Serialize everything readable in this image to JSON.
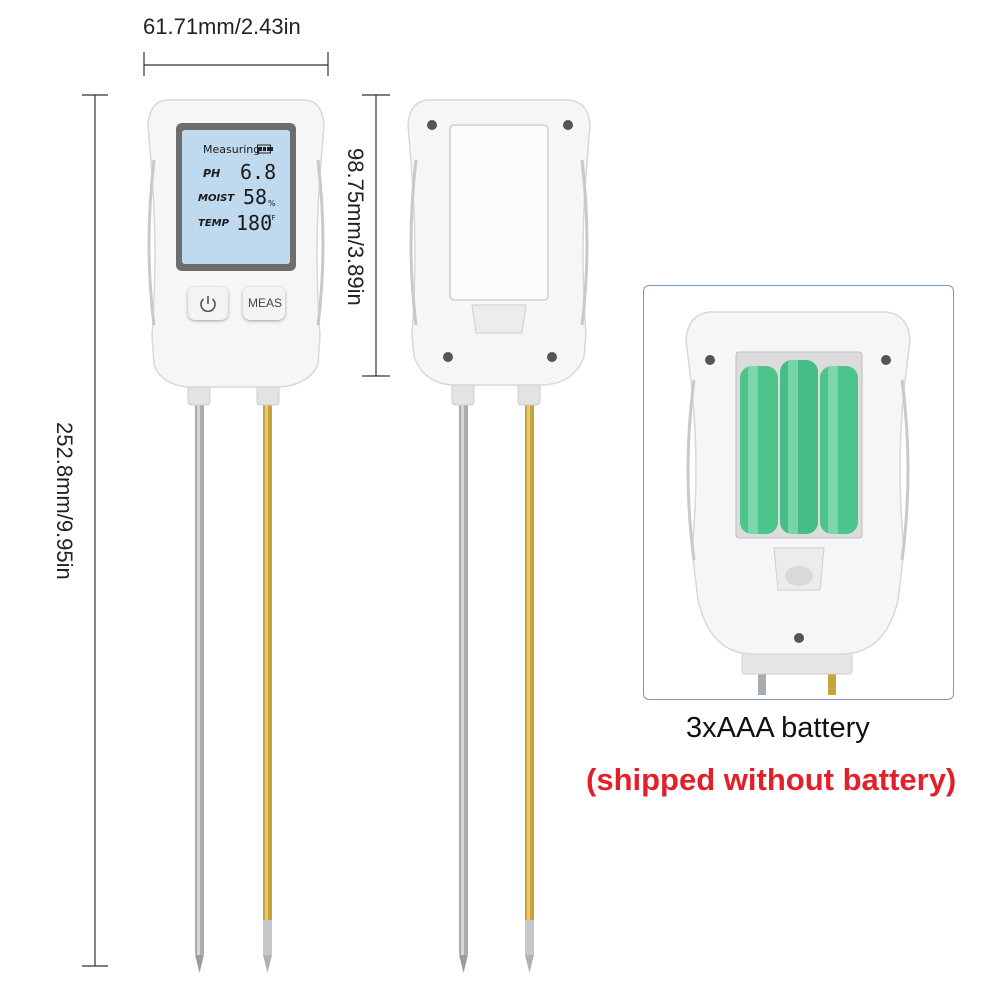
{
  "dimensions": {
    "width_label": "61.71mm/2.43in",
    "head_height_label": "98.75mm/3.89in",
    "total_height_label": "252.8mm/9.95in"
  },
  "display": {
    "status": "Measuring",
    "rows": [
      {
        "label": "PH",
        "value": "6.8",
        "unit": ""
      },
      {
        "label": "MOIST",
        "value": "58",
        "unit": "%"
      },
      {
        "label": "TEMP",
        "value": "180",
        "unit": "°F"
      }
    ]
  },
  "buttons": {
    "power_icon": "power-icon",
    "meas_label": "MEAS"
  },
  "battery": {
    "caption": "3xAAA battery",
    "note": "(shipped without battery)",
    "count": 3
  },
  "colors": {
    "lcd_backlight": "#bfd9ee",
    "probe_silver": "#a9abad",
    "probe_gold": "#c9a33a",
    "battery_green": "#4cc48a",
    "note_red": "#e3202a"
  }
}
